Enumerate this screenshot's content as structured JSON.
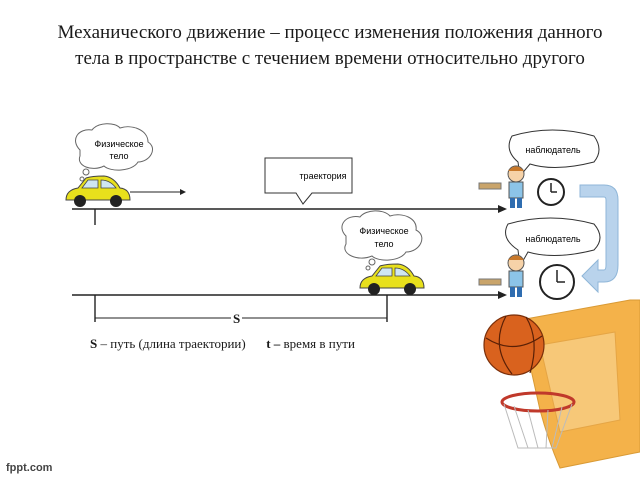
{
  "title": "Механического движение – процесс изменения положения данного тела в пространстве с течением времени относительно другого",
  "bubbles": {
    "body_top": "Физическое тело",
    "observer_top": "наблюдатель",
    "body_bottom": "Физическое тело",
    "observer_bottom": "наблюдатель"
  },
  "trajectory_label": "траектория",
  "distance_symbol": "S",
  "legend": {
    "s_symbol": "S",
    "s_text": "– путь (длина траектории)",
    "t_symbol": "t –",
    "t_text": "время в пути"
  },
  "watermark": "fppt.com",
  "colors": {
    "car": "#e8e01c",
    "arrow": "#8fb6d8",
    "board": "#f4b24a",
    "ball": "#d9621e"
  }
}
